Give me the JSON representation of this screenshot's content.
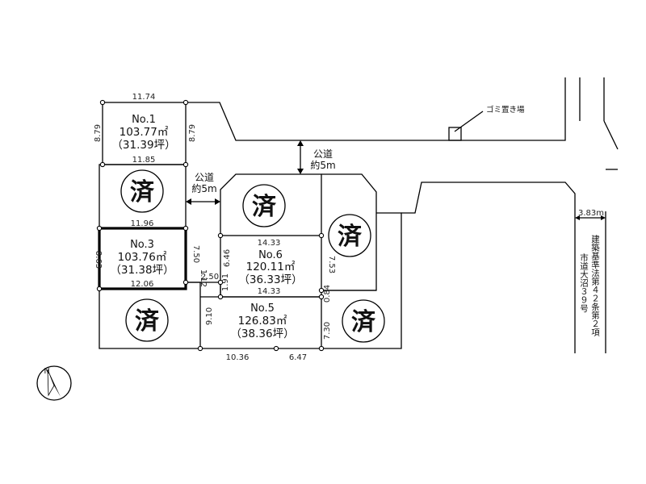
{
  "lots": [
    {
      "no": "No.1",
      "area_m2": "103.77㎡",
      "area_tsubo": "（31.39坪）"
    },
    {
      "no": "No.3",
      "area_m2": "103.76㎡",
      "area_tsubo": "（31.38坪）"
    },
    {
      "no": "No.5",
      "area_m2": "126.83㎡",
      "area_tsubo": "（38.36坪）"
    },
    {
      "no": "No.6",
      "area_m2": "120.11㎡",
      "area_tsubo": "（36.33坪）"
    }
  ],
  "sold_mark": "済",
  "public_road_label": "公道",
  "public_road_width": "約5m",
  "garbage_label": "ゴミ置き場",
  "road_width_right": "3.83m",
  "road_note_1": "建築基準法第４２条第２項",
  "road_note_2": "市道大沼３９号",
  "dims": {
    "d1174": "11.74",
    "d879a": "8.79",
    "d879b": "8.79",
    "d1185": "11.85",
    "d1196": "11.96",
    "d863": "8.63",
    "d750": "7.50",
    "d112": "1.12",
    "d1206": "12.06",
    "d250": "2.50",
    "d191": "1.91",
    "d646": "6.46",
    "d1433a": "14.33",
    "d1433b": "14.33",
    "d753": "7.53",
    "d084": "0.84",
    "d910": "9.10",
    "d730": "7.30",
    "d1036": "10.36",
    "d647": "6.47"
  },
  "compass_label": "N"
}
